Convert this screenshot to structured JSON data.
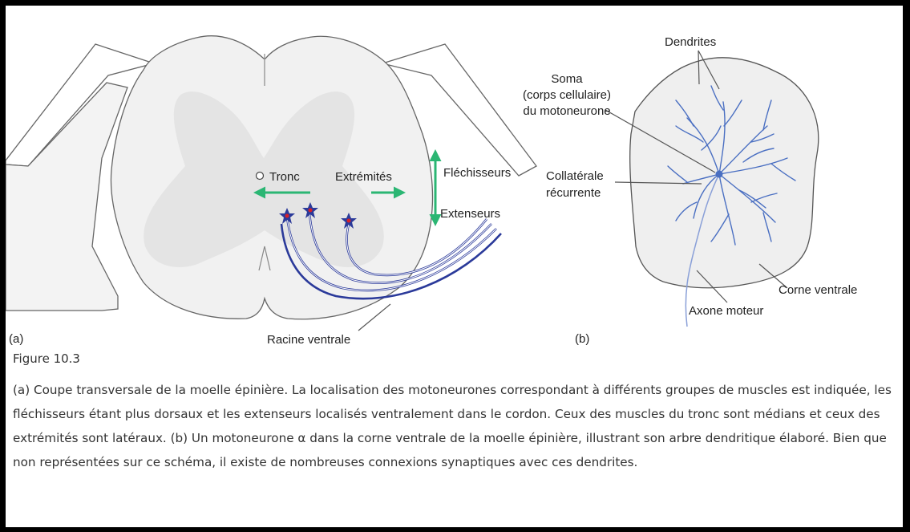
{
  "figure": {
    "panel_a_label": "(a)",
    "panel_b_label": "(b)",
    "panel_a": {
      "tronc": "Tronc",
      "extremites": "Extrémités",
      "flechisseurs": "Fléchisseurs",
      "extenseurs": "Extenseurs",
      "racine_ventrale": "Racine ventrale"
    },
    "panel_b": {
      "dendrites": "Dendrites",
      "soma_line1": "Soma",
      "soma_line2": "(corps cellulaire)",
      "soma_line3": "du motoneurone",
      "collaterale_line1": "Collatérale",
      "collaterale_line2": "récurrente",
      "corne_ventrale": "Corne ventrale",
      "axone_moteur": "Axone moteur"
    },
    "colors": {
      "arrow": "#2bb673",
      "neuron": "#2b3a9a",
      "neuron_dot": "#d4202a",
      "grey_matter": "#e4e4e4",
      "white_matter": "#f3f3f3",
      "dendrite": "#4a6fc2"
    }
  },
  "figure_number": "Figure 10.3",
  "caption": "(a) Coupe transversale de la moelle épinière. La localisation des motoneurones correspondant à différents groupes de muscles est indiquée, les fléchisseurs étant plus dorsaux et les extenseurs localisés ventralement dans le cordon. Ceux des muscles du tronc sont médians et ceux des extrémités sont latéraux. (b) Un motoneurone α dans la corne ventrale de la moelle épinière, illustrant son arbre dendritique élaboré. Bien que non représentées sur ce schéma, il existe de nombreuses connexions synaptiques avec ces dendrites."
}
